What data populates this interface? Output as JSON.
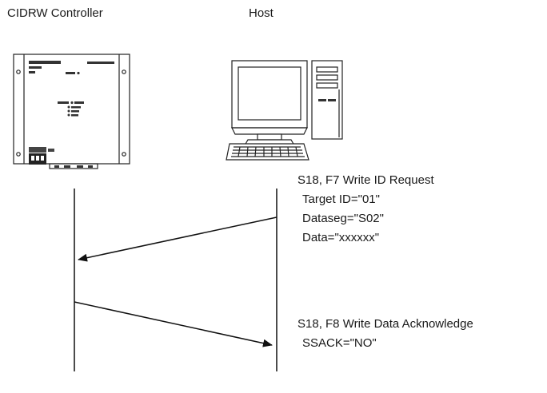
{
  "participants": {
    "controller": "CIDRW Controller",
    "host": "Host"
  },
  "messages": [
    {
      "header": "S18, F7 Write ID Request",
      "params": [
        "Target ID=\"01\"",
        "Dataseg=\"S02\"",
        "Data=\"xxxxxx\""
      ]
    },
    {
      "header": "S18, F8 Write Data Acknowledge",
      "params": [
        "SSACK=\"NO\""
      ]
    }
  ]
}
